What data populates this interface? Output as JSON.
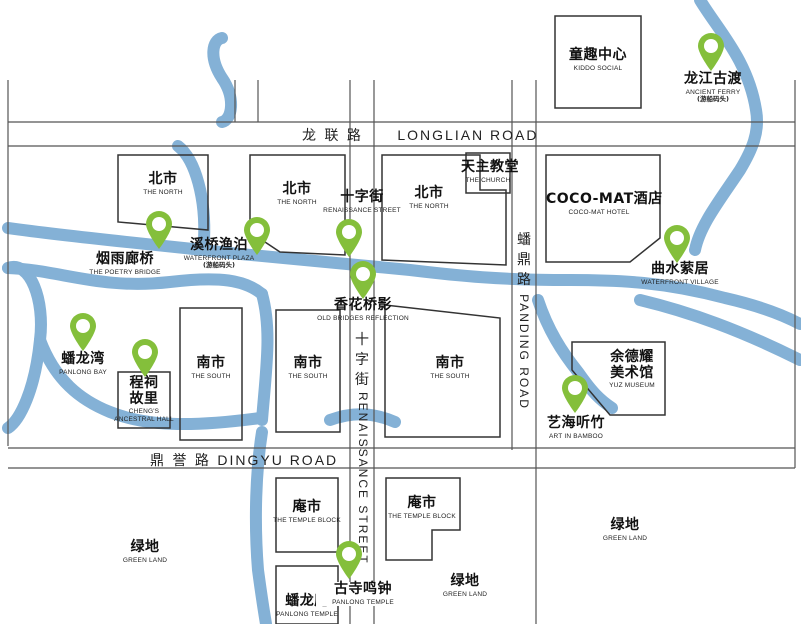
{
  "colors": {
    "water": "#84b1d6",
    "road_line": "#555555",
    "block": "#333333",
    "pin": "#84bf3b",
    "pin_dot": "#ffffff"
  },
  "roads": {
    "longlian": {
      "cn": "龙 联 路",
      "en": "LONGLIAN ROAD"
    },
    "dingyu": {
      "cn": "鼎 誉 路",
      "en": "DINGYU ROAD"
    },
    "panding": {
      "cn": [
        "蟠",
        "鼎",
        "路"
      ],
      "en": "PANDING ROAD"
    },
    "renaissance": {
      "cn": [
        "十",
        "字",
        "街"
      ],
      "en": "RENAISSANCE STREET"
    }
  },
  "areas": {
    "north1": {
      "cn": "北市",
      "en": "THE NORTH"
    },
    "north2": {
      "cn": "北市",
      "en": "THE NORTH"
    },
    "north3": {
      "cn": "北市",
      "en": "THE NORTH"
    },
    "south1": {
      "cn": "南市",
      "en": "THE SOUTH"
    },
    "south2": {
      "cn": "南市",
      "en": "THE SOUTH"
    },
    "south3": {
      "cn": "南市",
      "en": "THE SOUTH"
    },
    "temple_block1": {
      "cn": "庵市",
      "en": "THE TEMPLE BLOCK"
    },
    "temple_block2": {
      "cn": "庵市",
      "en": "THE TEMPLE BLOCK"
    },
    "green1": {
      "cn": "绿地",
      "en": "GREEN LAND"
    },
    "green2": {
      "cn": "绿地",
      "en": "GREEN LAND"
    },
    "green3": {
      "cn": "绿地",
      "en": "GREEN LAND"
    },
    "kiddo": {
      "cn": "童趣中心",
      "en": "KIDDO SOCIAL"
    },
    "church": {
      "cn": "天主教堂",
      "en": "THE CHURCH"
    },
    "cocomat": {
      "cn": "COCO-MAT酒店",
      "en": "COCO-MAT HOTEL"
    },
    "yuz": {
      "cn_line1": "余德耀",
      "cn_line2": "美术馆",
      "en": "YUZ MUSEUM"
    },
    "panlong_temple": {
      "cn": "蟠龙庵",
      "en": "PANLONG TEMPLE"
    }
  },
  "attractions": {
    "ferry": {
      "cn": "龙江古渡",
      "en": "ANCIENT FERRY",
      "sub": "(游船码头)"
    },
    "poetry_bridge": {
      "cn": "烟雨廊桥",
      "en": "THE POETRY BRIDGE"
    },
    "waterfront_plaza": {
      "cn": "溪桥渔泊",
      "en": "WATERFRONT PLAZA",
      "sub": "(游船码头)"
    },
    "renaissance_street": {
      "cn": "十字街",
      "en": "RENAISSANCE STREET"
    },
    "old_bridges": {
      "cn": "香花桥影",
      "en": "OLD BRIDGES REFLECTION"
    },
    "waterfront_village": {
      "cn": "曲水萦居",
      "en": "WATERFRONT VILLAGE"
    },
    "panlong_bay": {
      "cn": "蟠龙湾",
      "en": "PANLONG BAY"
    },
    "ancestral_hall": {
      "cn_line1": "程祠",
      "cn_line2": "故里",
      "en_line1": "CHENG'S",
      "en_line2": "ANCESTRAL HALL"
    },
    "art_in_bamboo": {
      "cn": "艺海听竹",
      "en": "ART IN BAMBOO"
    },
    "ancient_temple": {
      "cn": "古寺鸣钟",
      "en": "PANLONG TEMPLE"
    }
  },
  "icons": {
    "pin": "location-pin-icon"
  }
}
